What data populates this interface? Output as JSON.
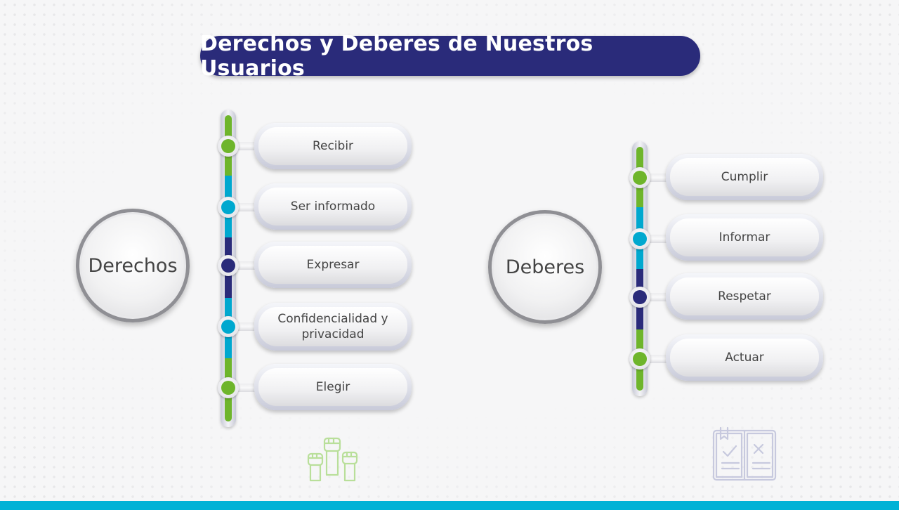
{
  "title": "Derechos y Deberes de Nuestros Usuarios",
  "colors": {
    "title_bg": "#2a2b7a",
    "green": "#6eb52b",
    "cyan": "#00a8cf",
    "navy": "#2a2b7a",
    "bottom_bar": "#00b2d6"
  },
  "derechos": {
    "label": "Derechos",
    "items": [
      "Recibir",
      "Ser informado",
      "Expresar",
      "Confidencialidad y\nprivacidad",
      "Elegir"
    ],
    "icon": "raised-fists-icon"
  },
  "deberes": {
    "label": "Deberes",
    "items": [
      "Cumplir",
      "Informar",
      "Respetar",
      "Actuar"
    ],
    "icon": "checklist-book-icon"
  }
}
